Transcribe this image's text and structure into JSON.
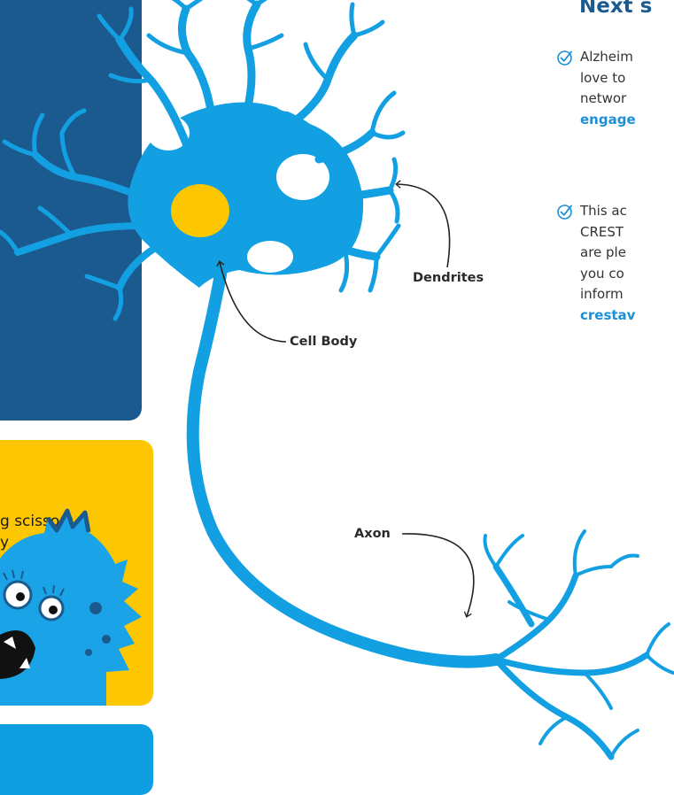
{
  "labels": {
    "dendrites": "Dendrites",
    "cell_body": "Cell Body",
    "axon": "Axon"
  },
  "next_steps": {
    "title": "Next s",
    "bullets": [
      {
        "lines": [
          "Alzheim",
          "love to",
          "networ"
        ],
        "link": "engage"
      },
      {
        "lines": [
          "This ac",
          "CREST",
          "are ple",
          "you co",
          "inform"
        ],
        "link": "crestav"
      }
    ]
  },
  "yellow_card": {
    "text_line1": "g scissors",
    "text_line2": "y"
  },
  "colors": {
    "neuron": "#13a0e3",
    "nucleus": "#fcc700",
    "navy_panel": "#1b5a8e",
    "yellow_panel": "#fcc700",
    "blue_panel": "#0f9ee0",
    "title": "#1b5a8e",
    "link": "#1d8fd6"
  },
  "icons": [
    "check-circle-icon",
    "check-circle-icon"
  ]
}
